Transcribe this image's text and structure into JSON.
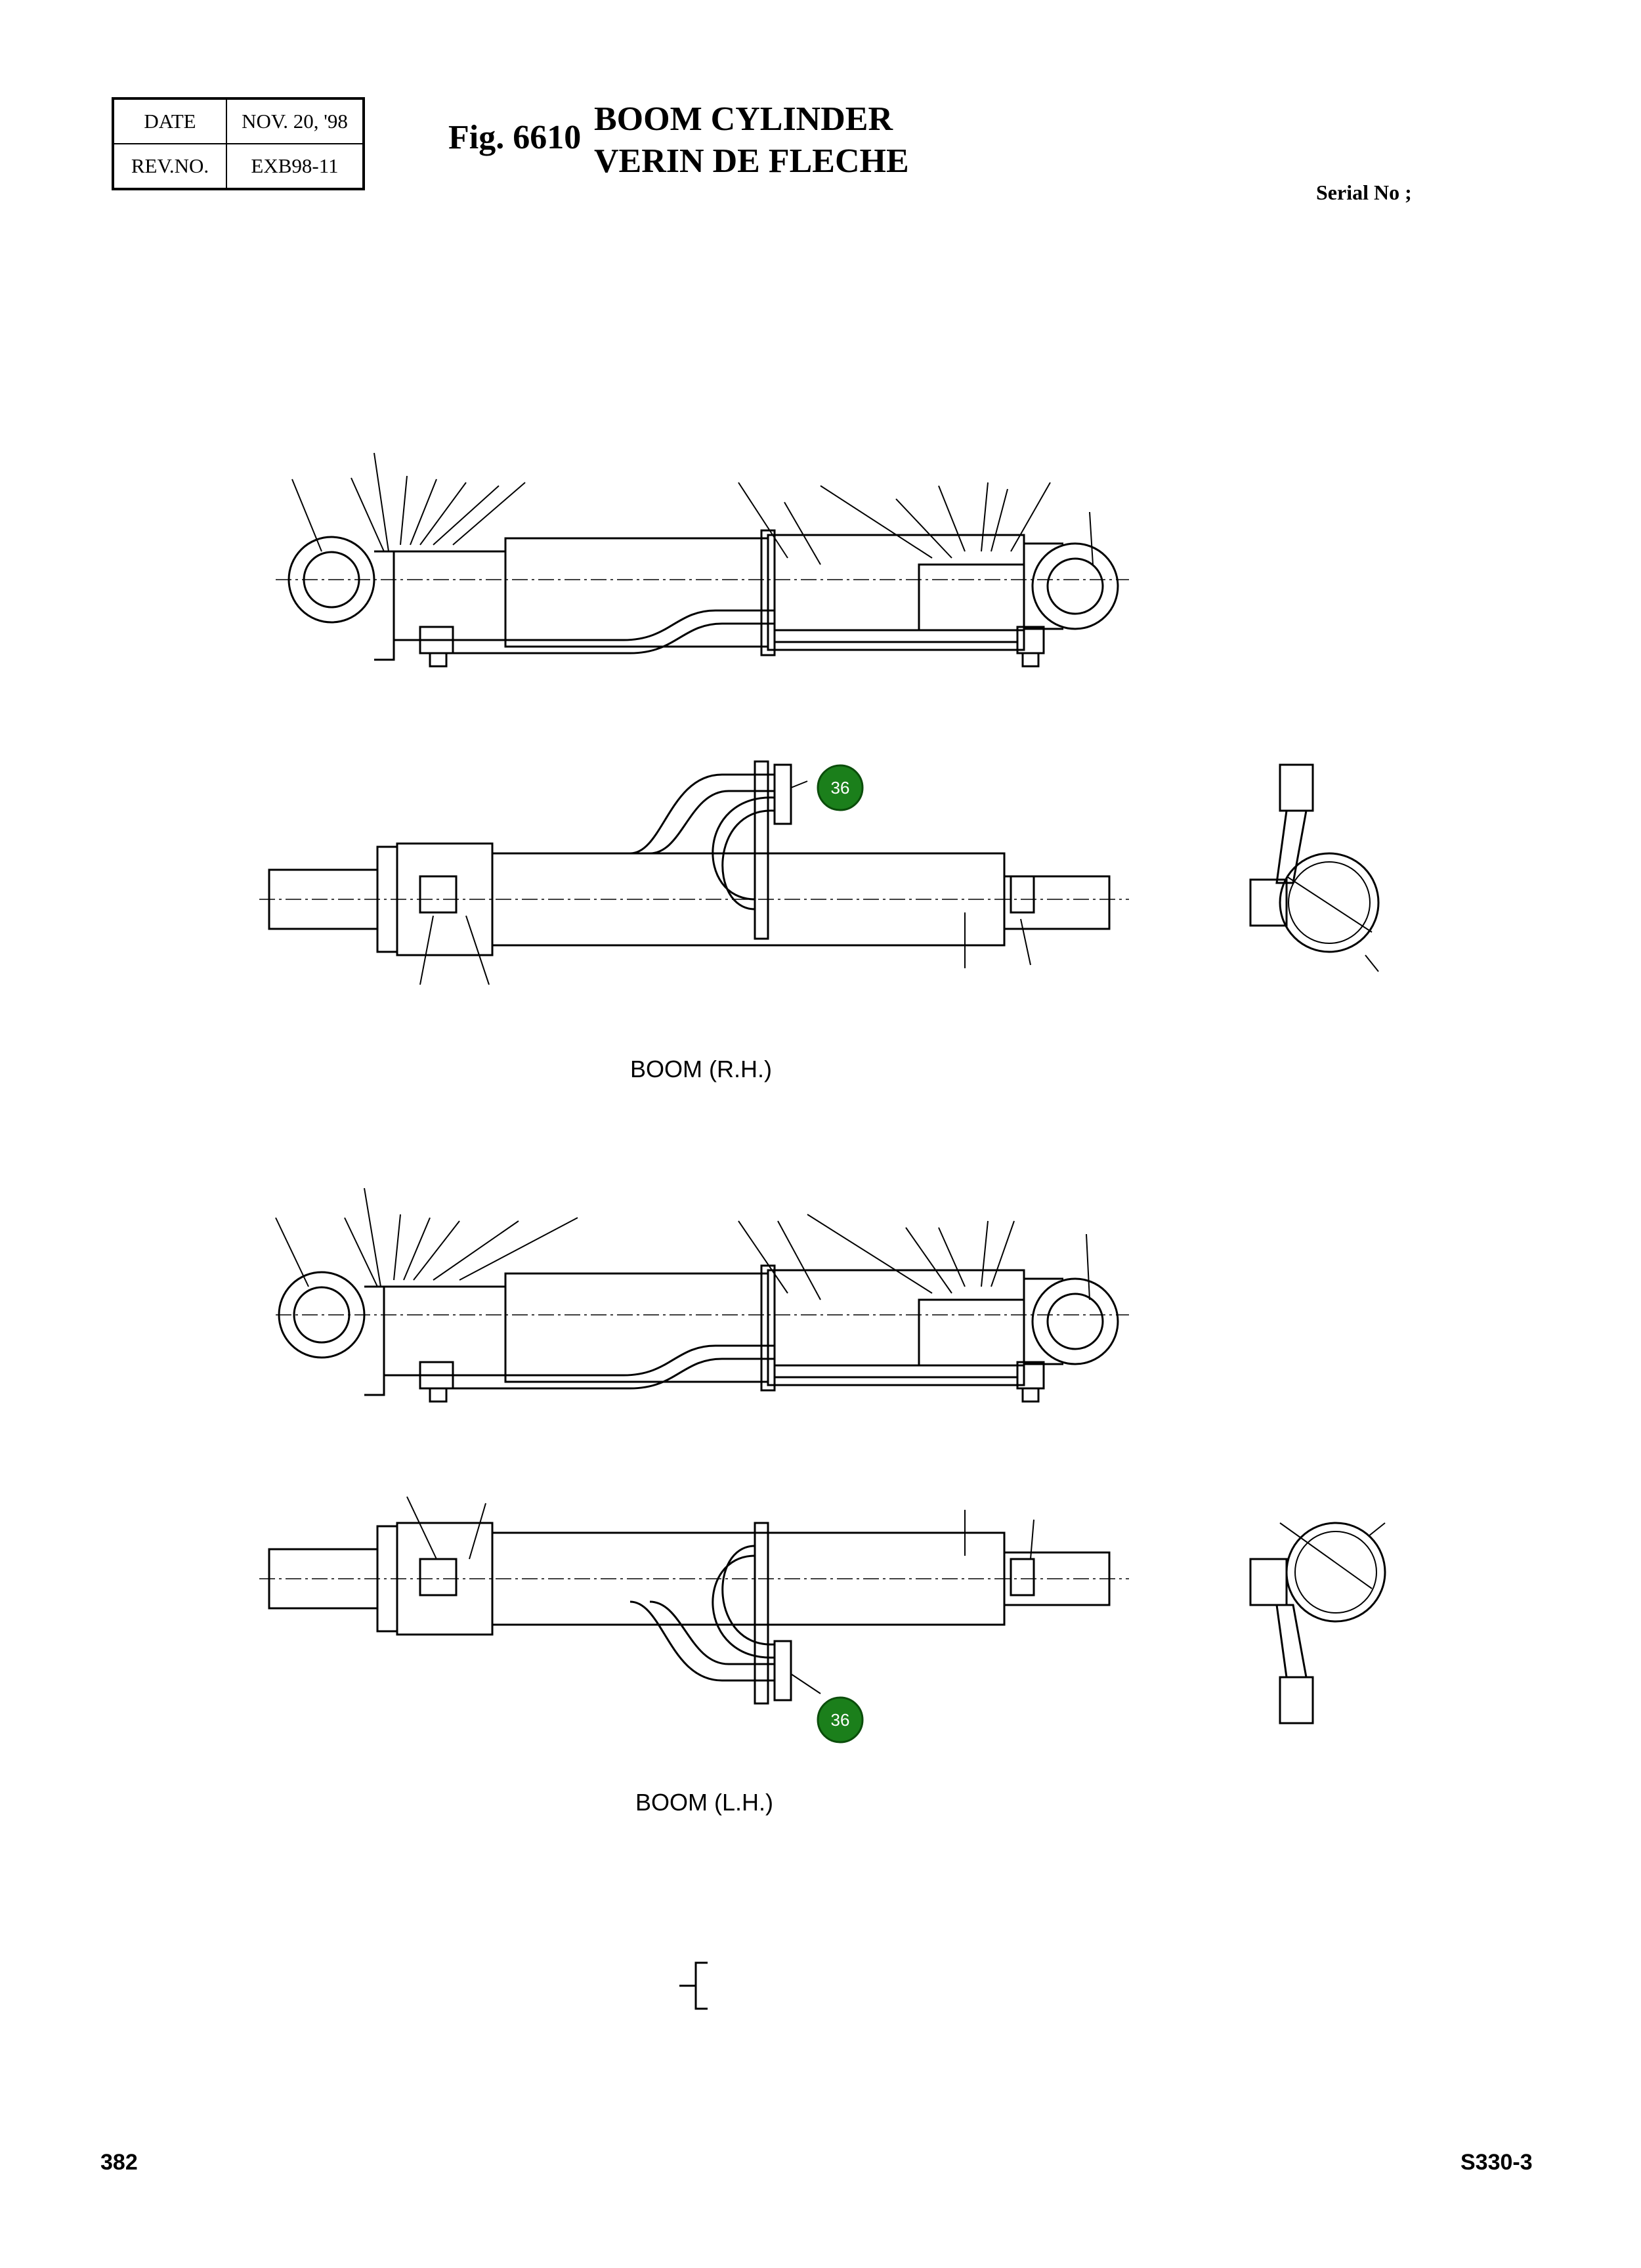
{
  "header": {
    "date_label": "DATE",
    "date_value": "NOV. 20, '98",
    "rev_label": "REV.NO.",
    "rev_value": "EXB98-11",
    "figure_number": "Fig. 6610",
    "title_en": "BOOM CYLINDER",
    "title_fr": "VERIN DE FLECHE",
    "serial_label": "Serial No ;"
  },
  "views": [
    {
      "caption": "BOOM (R.H.)",
      "callout": "36"
    },
    {
      "caption": "BOOM (L.H.)",
      "callout": "36"
    }
  ],
  "footer": {
    "page_number": "382",
    "model": "S330-3"
  },
  "colors": {
    "callout_fill": "#1b7f1b",
    "ink": "#000000"
  }
}
